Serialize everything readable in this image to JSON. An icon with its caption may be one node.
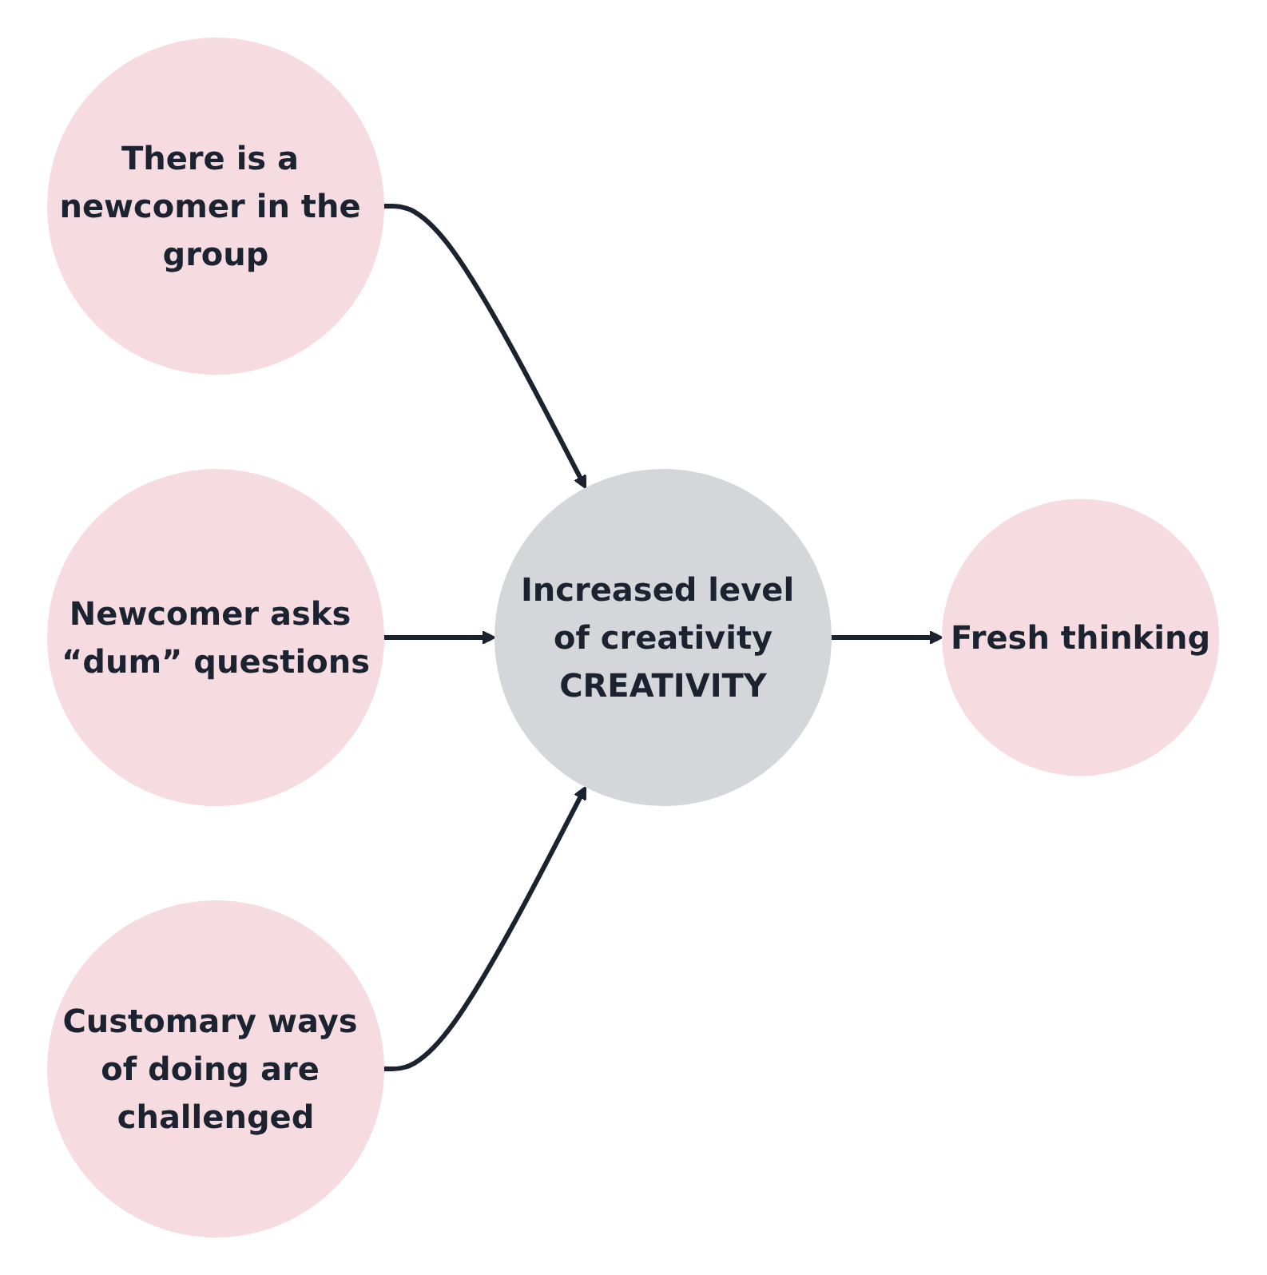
{
  "diagram": {
    "nodes": [
      {
        "text": [
          "There is a newcomer in the group"
        ]
      },
      {
        "text": [
          "Newcomer asks “dum” questions"
        ]
      },
      {
        "text": [
          "Increased level of creativity",
          "CREATIVITY"
        ]
      },
      {
        "text": [
          "Fresh thinking"
        ]
      },
      {
        "text": [
          "Customary ways of doing are challenged"
        ]
      }
    ],
    "edges": [
      {
        "from": 0,
        "to": 2,
        "arrow": "to"
      },
      {
        "from": 1,
        "to": 2,
        "arrow": "to"
      },
      {
        "from": 2,
        "to": 3,
        "arrow": "to"
      },
      {
        "from": 4,
        "to": 2,
        "arrow": "to"
      }
    ]
  }
}
